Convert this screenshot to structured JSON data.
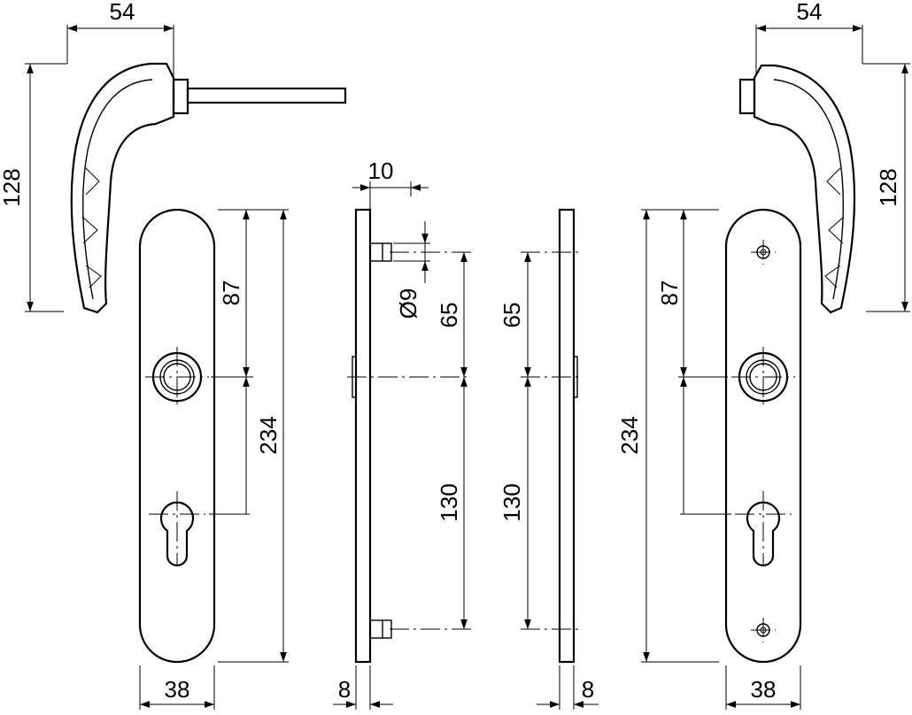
{
  "dimensions": {
    "handle_left_width": "54",
    "handle_right_width": "54",
    "handle_left_height": "128",
    "handle_right_height": "128",
    "side_offset": "10",
    "spindle_diameter": "Ø9",
    "front_left_upper": "87",
    "front_right_upper": "87",
    "front_left_total": "234",
    "front_right_total": "234",
    "side_left_upper": "65",
    "side_right_upper": "65",
    "side_left_lower": "130",
    "side_right_lower": "130",
    "front_left_width": "38",
    "front_right_width": "38",
    "side_left_thickness": "8",
    "side_right_thickness": "8"
  }
}
